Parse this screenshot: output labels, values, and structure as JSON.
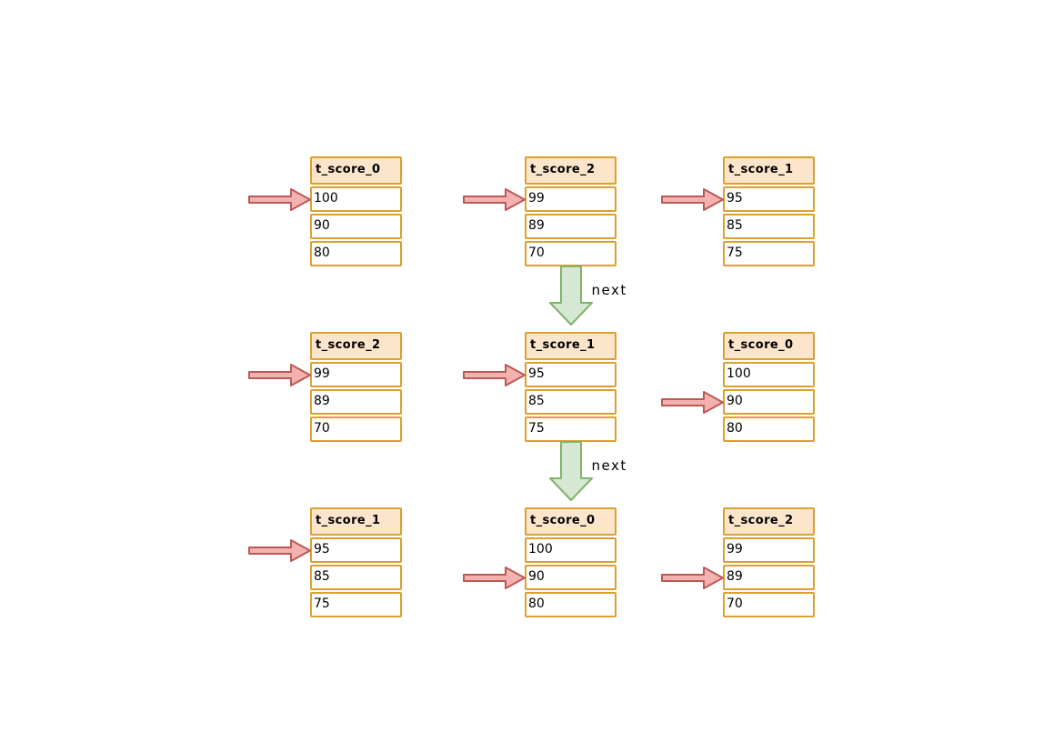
{
  "diagram": {
    "description": "Linked tables diagram: three states of three score tables with row pointers and next links",
    "tables": [
      [
        {
          "title": "t_score_0",
          "rows": [
            "100",
            "90",
            "80"
          ],
          "pointer_row": 0
        },
        {
          "title": "t_score_2",
          "rows": [
            "99",
            "89",
            "70"
          ],
          "pointer_row": 0
        },
        {
          "title": "t_score_1",
          "rows": [
            "95",
            "85",
            "75"
          ],
          "pointer_row": 0
        }
      ],
      [
        {
          "title": "t_score_2",
          "rows": [
            "99",
            "89",
            "70"
          ],
          "pointer_row": 0
        },
        {
          "title": "t_score_1",
          "rows": [
            "95",
            "85",
            "75"
          ],
          "pointer_row": 0
        },
        {
          "title": "t_score_0",
          "rows": [
            "100",
            "90",
            "80"
          ],
          "pointer_row": 1
        }
      ],
      [
        {
          "title": "t_score_1",
          "rows": [
            "95",
            "85",
            "75"
          ],
          "pointer_row": 0
        },
        {
          "title": "t_score_0",
          "rows": [
            "100",
            "90",
            "80"
          ],
          "pointer_row": 1
        },
        {
          "title": "t_score_2",
          "rows": [
            "99",
            "89",
            "70"
          ],
          "pointer_row": 1
        }
      ]
    ],
    "next_arrows": [
      {
        "label": "next"
      },
      {
        "label": "next"
      }
    ],
    "colors": {
      "table_header_fill": "#FCE5CB",
      "table_border": "#DCA02F",
      "cell_fill": "#FFFFFF",
      "pointer_arrow_fill": "#F3B2AF",
      "pointer_arrow_stroke": "#BB5956",
      "next_arrow_fill": "#D5E8D4",
      "next_arrow_stroke": "#82B366",
      "text": "#000000"
    }
  }
}
